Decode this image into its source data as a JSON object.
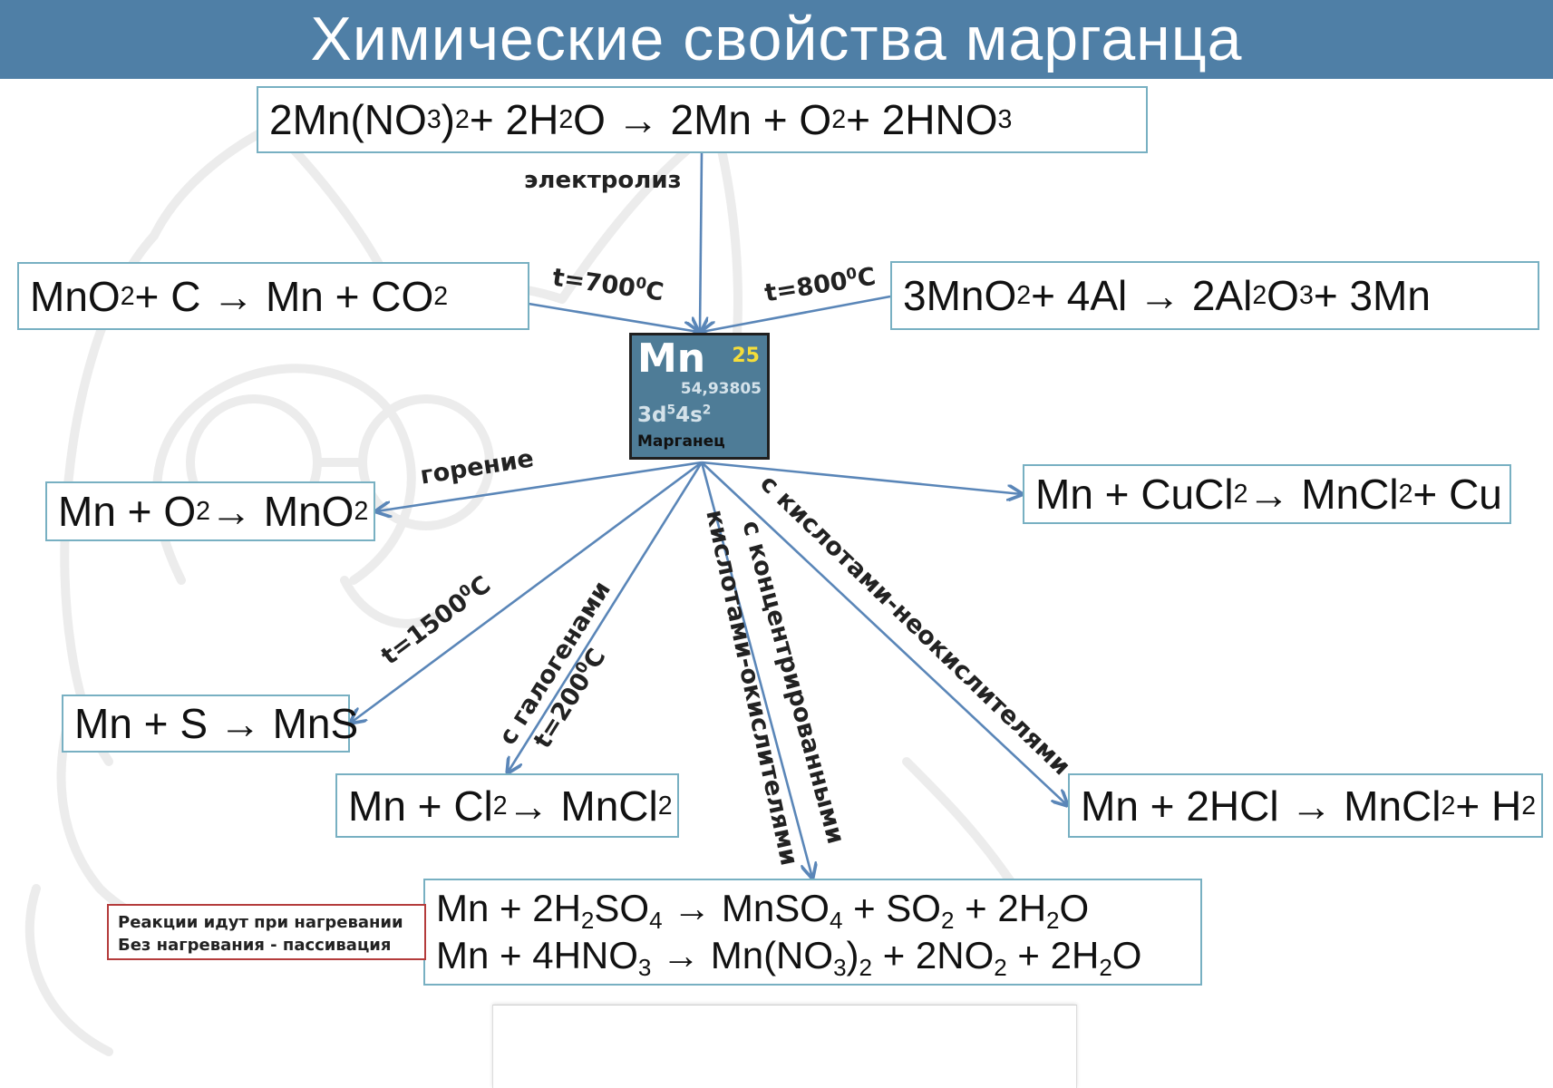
{
  "title": "Химические свойства марганца",
  "element": {
    "symbol": "Mn",
    "number": "25",
    "mass": "54,93805",
    "config": {
      "a": "3d",
      "a_sup": "5",
      "b": "4s",
      "b_sup": "2"
    },
    "name": "Марганец"
  },
  "equations": {
    "electrolysis": {
      "parts": [
        "2Mn(NO",
        "3",
        ")",
        "2",
        " + 2H",
        "2",
        "O → 2Mn + O",
        "2",
        " + 2HNO",
        "3"
      ]
    },
    "carbon": {
      "parts": [
        "MnO",
        "2",
        " + C → Mn + CO",
        "2"
      ]
    },
    "aluminothermy": {
      "parts": [
        "3MnO",
        "2",
        " + 4Al → 2Al",
        "2",
        "O",
        "3",
        " + 3Mn"
      ]
    },
    "oxygen": {
      "parts": [
        "Mn + O",
        "2",
        " → MnO",
        "2"
      ]
    },
    "copper_chloride": {
      "parts": [
        "Mn + CuCl",
        "2",
        " → MnCl",
        "2",
        " + Cu"
      ]
    },
    "sulfur": {
      "parts": [
        "Mn + S → MnS"
      ]
    },
    "chlorine": {
      "parts": [
        "Mn + Cl",
        "2",
        " → MnCl",
        "2"
      ]
    },
    "hcl": {
      "parts": [
        "Mn + 2HCl → MnCl",
        "2",
        " + H",
        "2"
      ]
    },
    "sulfuric": {
      "parts": [
        "Mn + 2H",
        "2",
        "SO",
        "4",
        " → MnSO",
        "4",
        " + SO",
        "2",
        " + 2H",
        "2",
        "O"
      ]
    },
    "nitric": {
      "parts": [
        "Mn + 4HNO",
        "3",
        " → Mn(NO",
        "3",
        ")",
        "2",
        " + 2NO",
        "2",
        " + 2H",
        "2",
        "O"
      ]
    }
  },
  "labels": {
    "electrolysis": "электролиз",
    "t700": {
      "value": "t=700",
      "sup": "0",
      "unit": "C"
    },
    "t800": {
      "value": "t=800",
      "sup": "0",
      "unit": "C"
    },
    "combustion": "горение",
    "t1500": {
      "value": "t=1500",
      "sup": "0",
      "unit": "C"
    },
    "halogens": "с галогенами",
    "t200": {
      "value": "t=200",
      "sup": "0",
      "unit": "C"
    },
    "oxidizing_acids_1": "с концентрированными",
    "oxidizing_acids_2": "кислотами-окислителями",
    "non_oxidizing_acids": "с кислотами-неокислителями"
  },
  "note": {
    "line1": "Реакции идут при нагревании",
    "line2": "Без нагревания - пассивация"
  },
  "colors": {
    "banner": "#4f7fa6",
    "box_border": "#78b0c2",
    "arrow": "#5a86b8",
    "tile": "#4e7c97",
    "note_border": "#b43c3c"
  }
}
